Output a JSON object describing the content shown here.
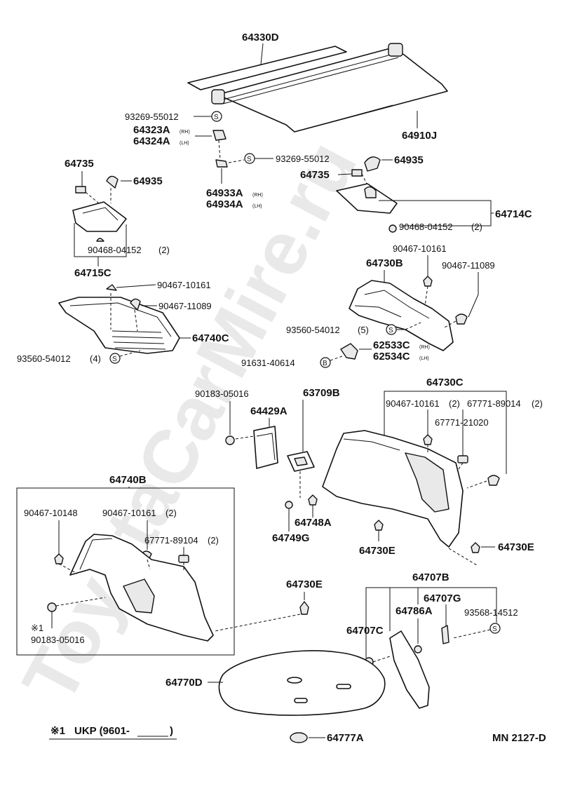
{
  "watermark": "ToyotaCarMire.ru",
  "drawing_code": "MN 2127-D",
  "footnote": {
    "mark": "※1",
    "text": "UKP (9601-",
    "close": ")"
  },
  "symbol_letters": {
    "s": "S",
    "b": "B"
  },
  "group_label": "64740B",
  "parts": {
    "p64330D": "64330D",
    "p64910J": "64910J",
    "p93269a": "93269-55012",
    "p64323A": "64323A",
    "p64324A": "64324A",
    "p93269b": "93269-55012",
    "p64933A": "64933A",
    "p64934A": "64934A",
    "p64735L": "64735",
    "p64935L": "64935",
    "p64735R": "64735",
    "p64935R": "64935",
    "p64714C": "64714C",
    "p90468R": "90468-04152",
    "p90468Rq": "(2)",
    "p90468L": "90468-04152",
    "p90468Lq": "(2)",
    "p64715C": "64715C",
    "p90467_10161R": "90467-10161",
    "p64730B": "64730B",
    "p90467_11089R": "90467-11089",
    "p90467_10161L": "90467-10161",
    "p90467_11089L": "90467-11089",
    "p64740C": "64740C",
    "p93560R": "93560-54012",
    "p93560Rq": "(5)",
    "p93560L": "93560-54012",
    "p93560Lq": "(4)",
    "p62533C": "62533C",
    "p62534C": "62534C",
    "p91631": "91631-40614",
    "p90183a": "90183-05016",
    "p63709B": "63709B",
    "p64429A": "64429A",
    "p64730C": "64730C",
    "p90467_10161C": "90467-10161",
    "p90467_10161Cq": "(2)",
    "p67771_89014": "67771-89014",
    "p67771_89014q": "(2)",
    "p67771_21020": "67771-21020",
    "p64748A": "64748A",
    "p64749G": "64749G",
    "p64730E_a": "64730E",
    "p64730E_b": "64730E",
    "p64730E_c": "64730E",
    "p90467_10148": "90467-10148",
    "p90467_10161B": "90467-10161",
    "p90467_10161Bq": "(2)",
    "p67771_89104": "67771-89104",
    "p67771_89104q": "(2)",
    "p90183b_mark": "※1",
    "p90183b": "90183-05016",
    "p64707B": "64707B",
    "p64707G": "64707G",
    "p64786A": "64786A",
    "p93568": "93568-14512",
    "p64707C": "64707C",
    "p64770D": "64770D",
    "p64777A": "64777A"
  },
  "side_marks": {
    "rh": "(RH)",
    "lh": "(LH)"
  }
}
